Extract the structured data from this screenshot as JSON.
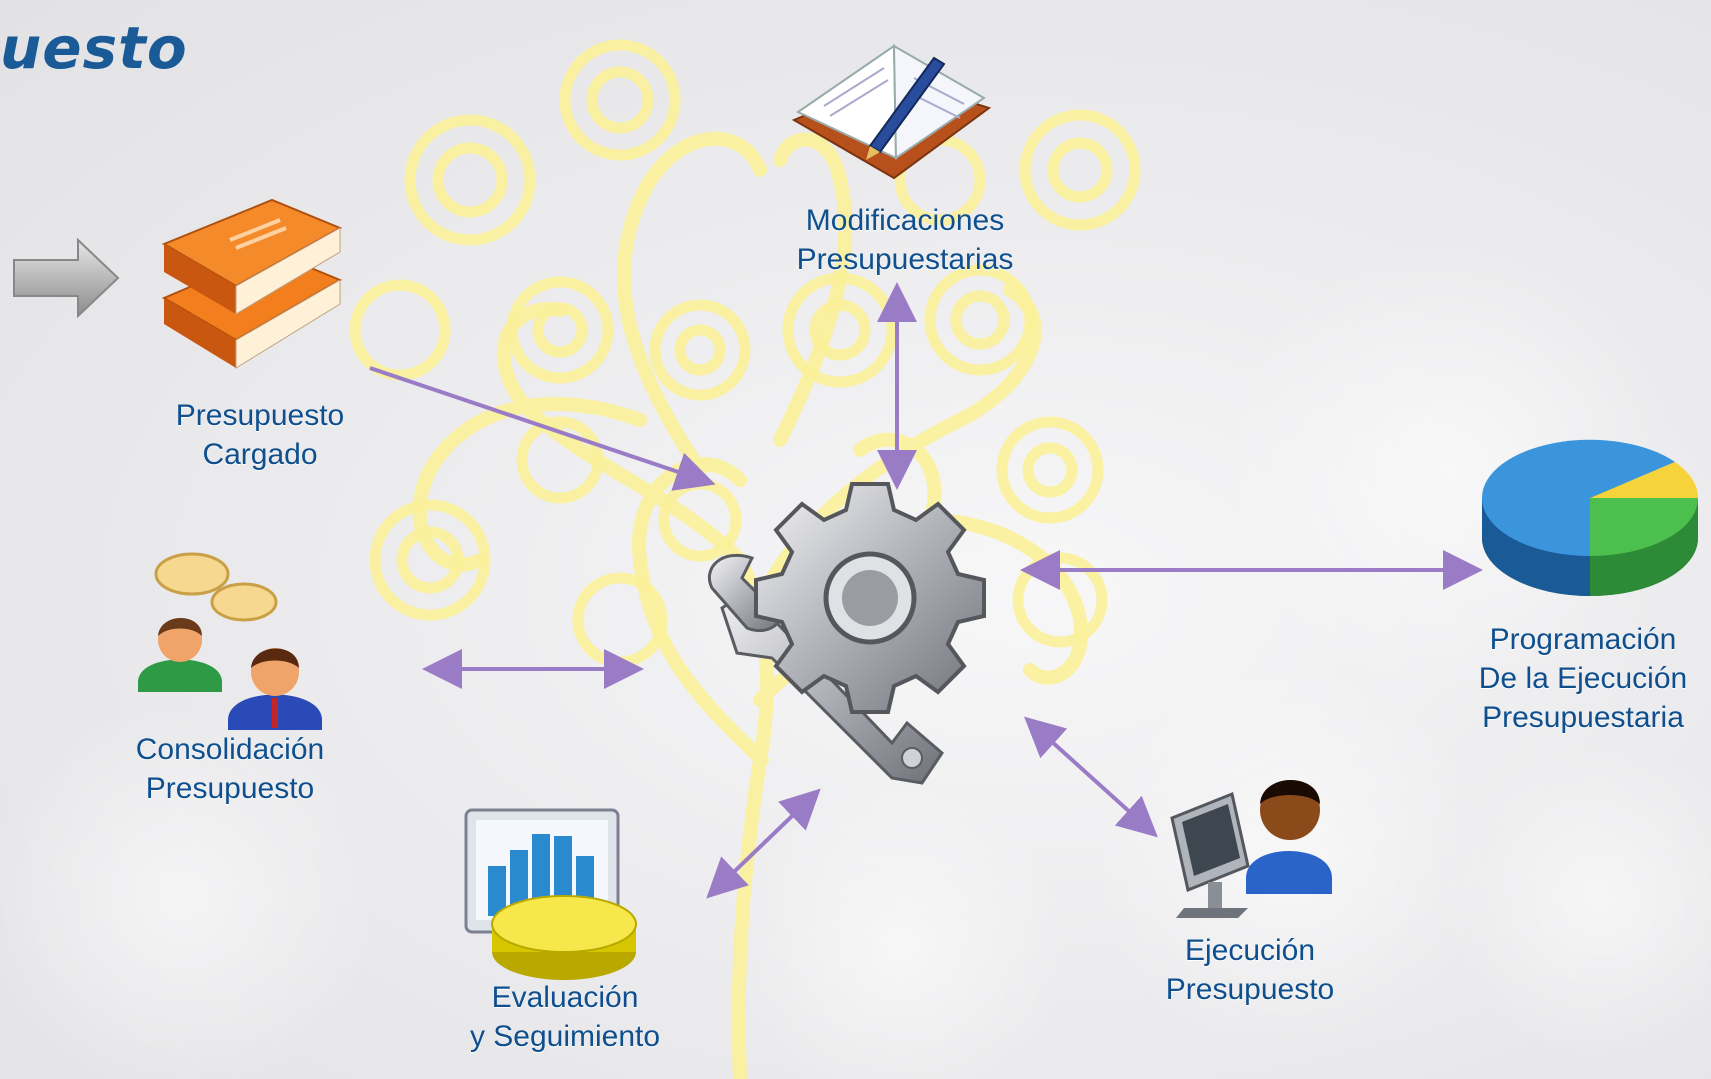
{
  "title": "uesto",
  "colors": {
    "title": "#1a5a96",
    "label": "#0f4f8e",
    "connector": "#9a7cc6",
    "tree": "#fbf19a"
  },
  "nodes": {
    "loaded": {
      "icon": "books-icon",
      "line1": "Presupuesto",
      "line2": "Cargado"
    },
    "modifications": {
      "icon": "notebook-pen-icon",
      "line1": "Modificaciones",
      "line2": "Presupuestarias"
    },
    "programming": {
      "icon": "pie-chart-icon",
      "line1": "Programación",
      "line2": "De la Ejecución",
      "line3": "Presupuestaria"
    },
    "consolidation": {
      "icon": "people-talking-icon",
      "line1": "Consolidación",
      "line2": "Presupuesto"
    },
    "evaluation": {
      "icon": "bar-chart-coin-icon",
      "line1": "Evaluación",
      "line2": "y Seguimiento"
    },
    "execution": {
      "icon": "computer-user-icon",
      "line1": "Ejecución",
      "line2": "Presupuesto"
    },
    "center": {
      "icon": "gear-wrench-icon"
    },
    "input": {
      "icon": "arrow-right-icon"
    }
  }
}
